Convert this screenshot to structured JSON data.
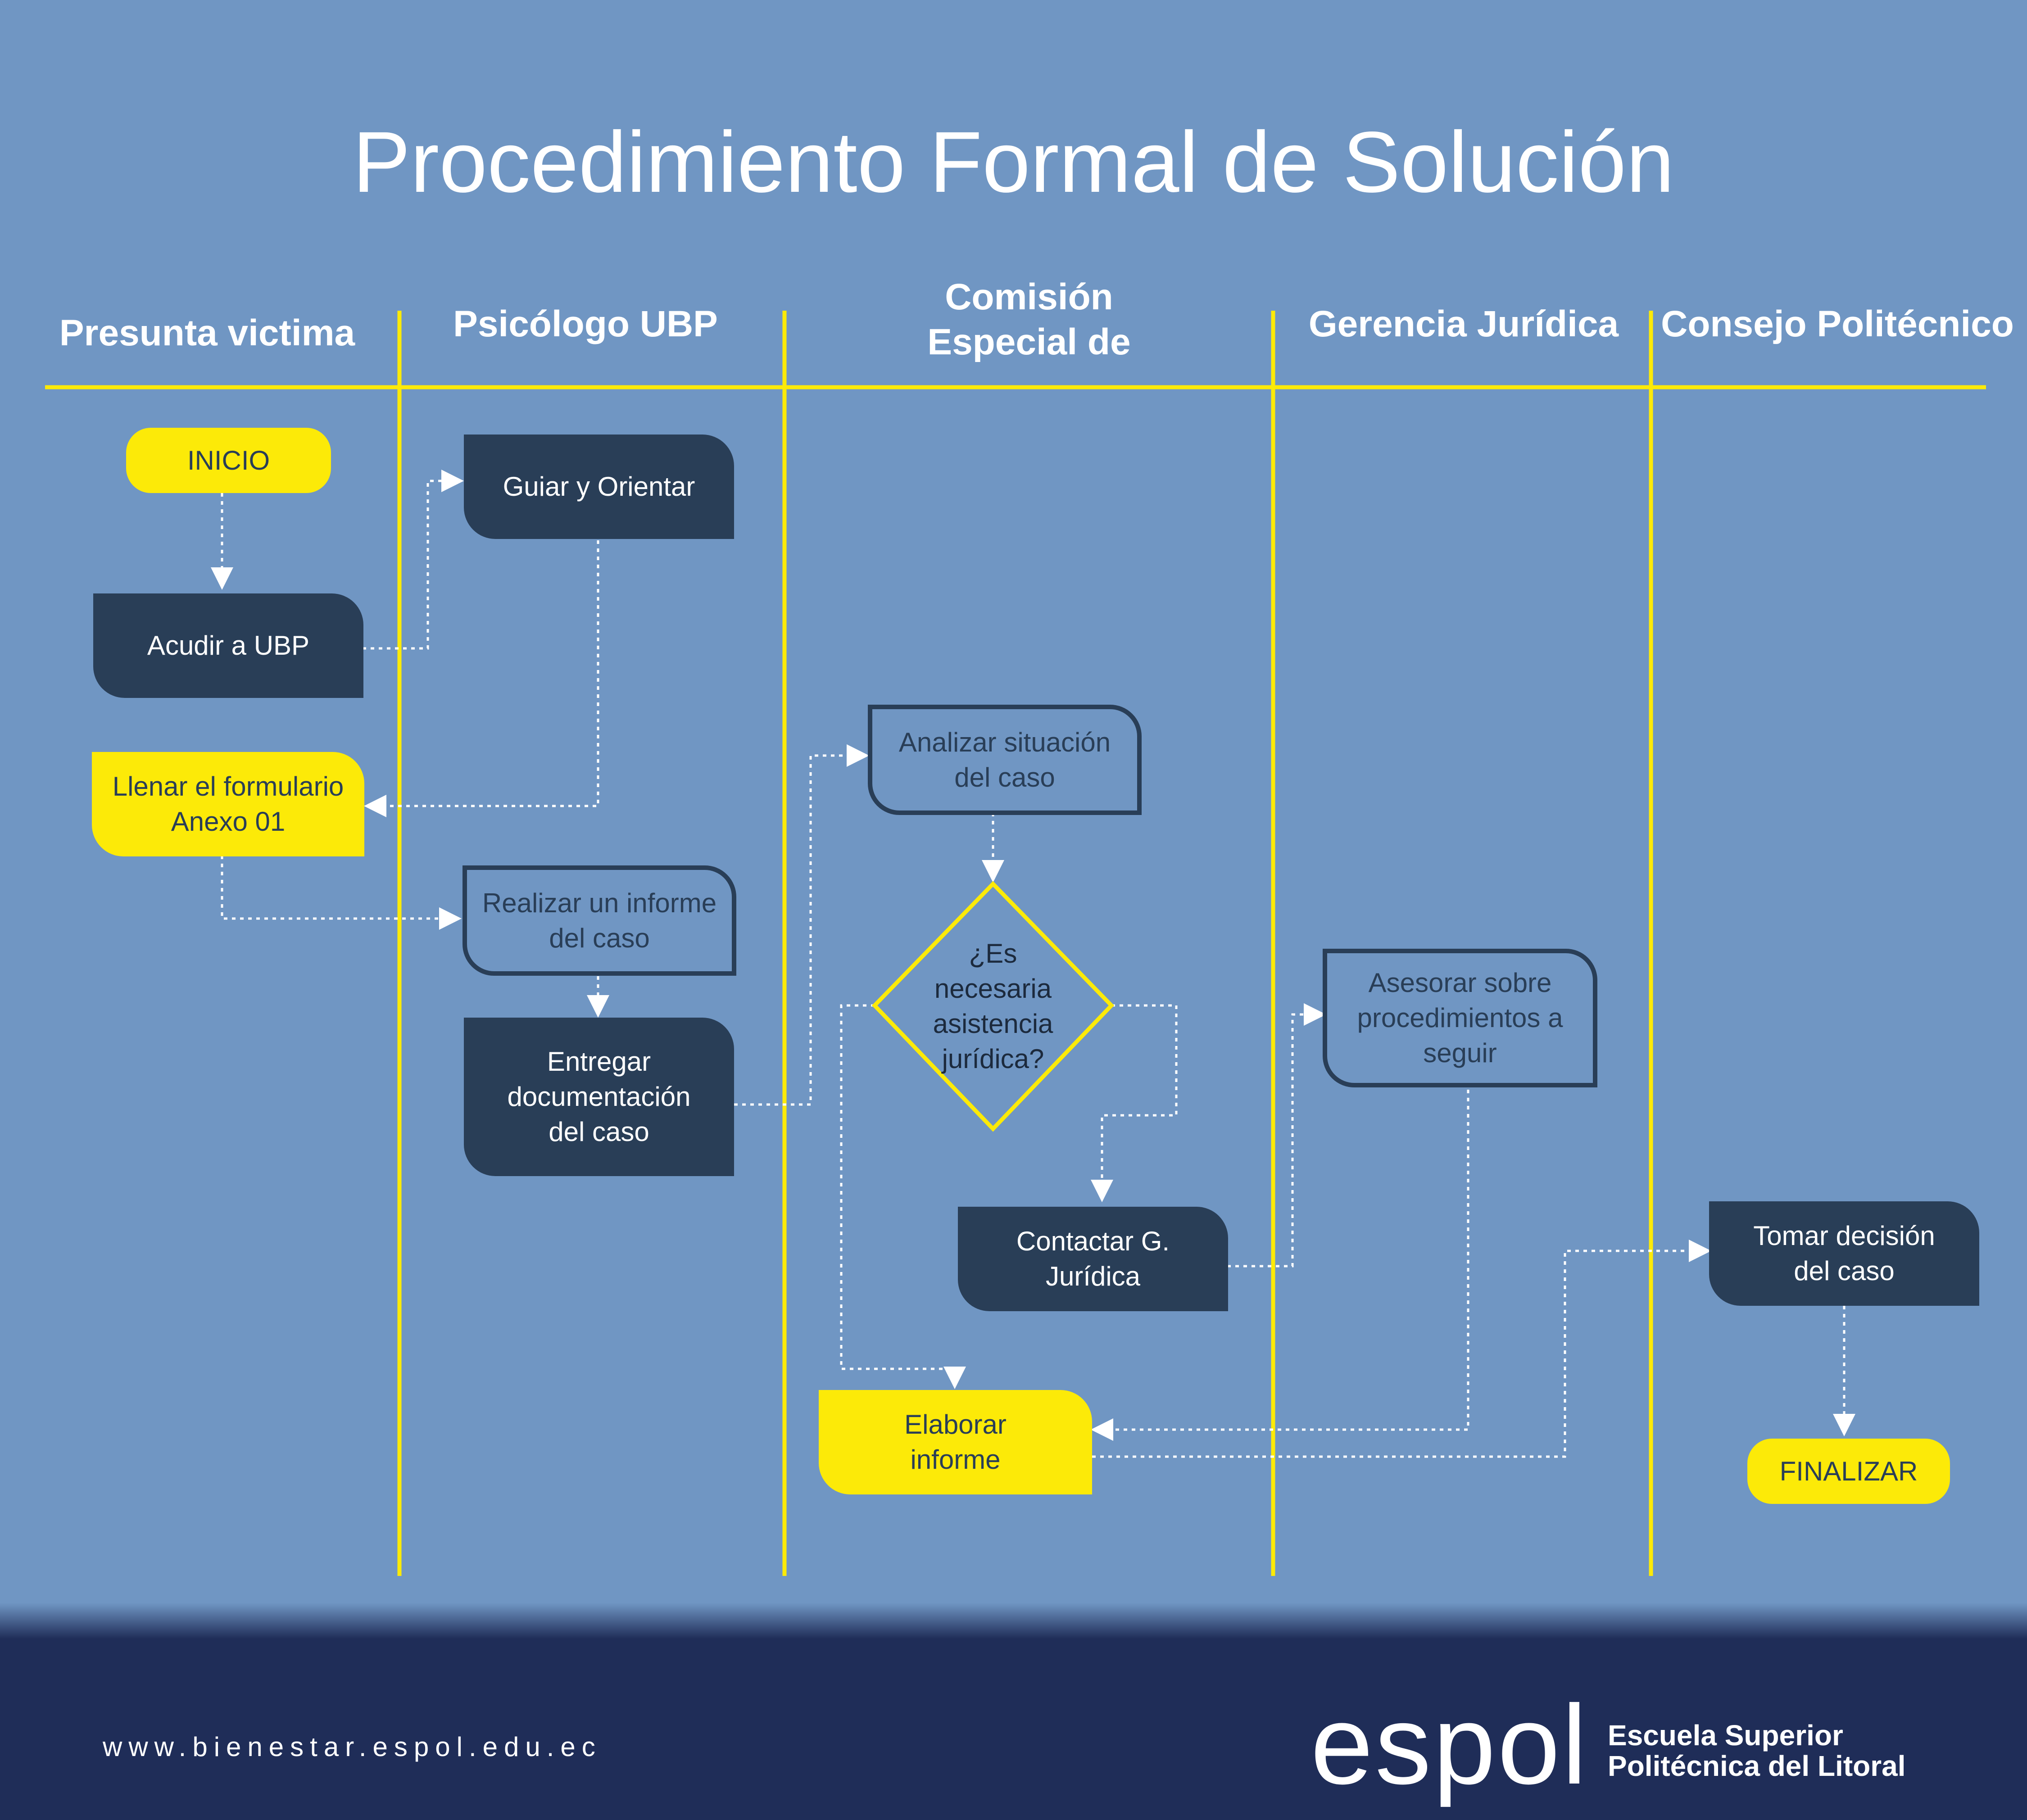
{
  "title": "Procedimiento Formal de Solución",
  "lanes": [
    {
      "label": "Presunta victima"
    },
    {
      "label": "Psicólogo UBP"
    },
    {
      "label": "Comisión\nEspecial de"
    },
    {
      "label": "Gerencia Jurídica"
    },
    {
      "label": "Consejo Politécnico"
    }
  ],
  "steps": {
    "inicio": "INICIO",
    "acudir": "Acudir a UBP",
    "guiar": "Guiar y Orientar",
    "llenar": "Llenar el formulario\nAnexo 01",
    "realizar": "Realizar un informe\ndel caso",
    "entregar": "Entregar\ndocumentación\ndel caso",
    "analizar": "Analizar situación\ndel caso",
    "decision": "¿Es\nnecesaria\nasistencia\njurídica?",
    "contactar": "Contactar G.\nJurídica",
    "asesorar": "Asesorar sobre\nprocedimientos a\nseguir",
    "elaborar": "Elaborar\ninforme",
    "tomar": "Tomar decisión\ndel caso",
    "finalizar": "FINALIZAR"
  },
  "footer": {
    "website": "www.bienestar.espol.edu.ec",
    "logo_wordmark": "espol",
    "institution_name": "Escuela Superior\nPolitécnica del Litoral"
  },
  "colors": {
    "background": "#7096c3",
    "lane_lines": "#fcea08",
    "dark_box": "#293e57",
    "yellow_box": "#fcea08",
    "footer": "#1f2d58",
    "connector": "#ffffff"
  },
  "icons": [
    "arrow-icon"
  ]
}
